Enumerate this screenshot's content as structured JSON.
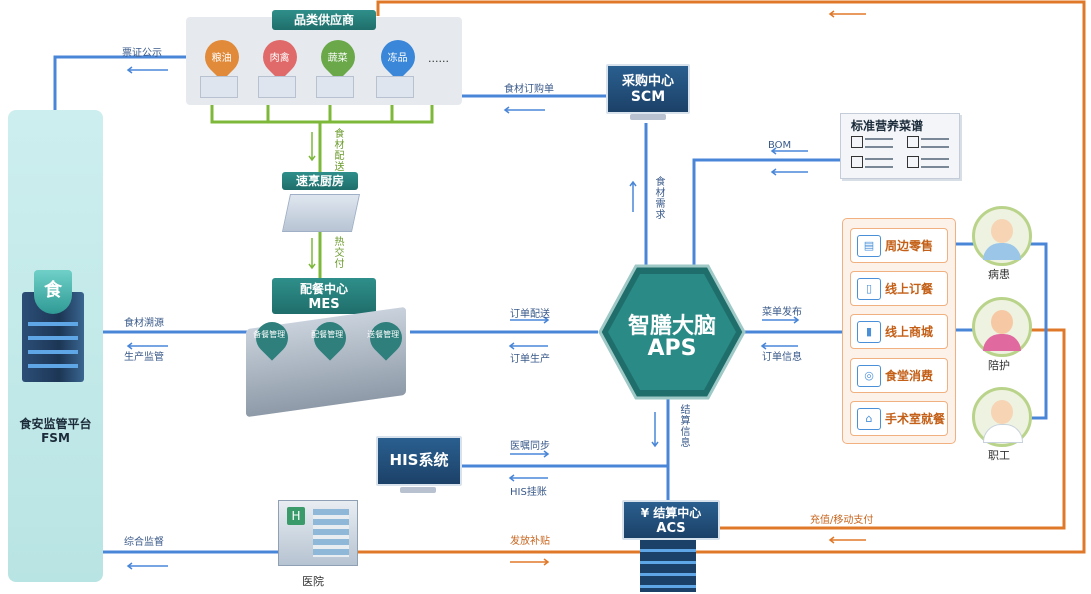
{
  "supplier": {
    "title": "品类供应商",
    "items": [
      "粮油",
      "肉禽",
      "蔬菜",
      "冻品"
    ],
    "more": "......"
  },
  "fsm": {
    "title": "食安监管平台",
    "sub": "FSM",
    "badge": "食"
  },
  "scm": {
    "title": "采购中心",
    "sub": "SCM"
  },
  "kitchen": {
    "title": "速烹厨房"
  },
  "mes": {
    "title": "配餐中心",
    "sub": "MES",
    "badges": [
      "备餐管理",
      "配餐管理",
      "送餐管理"
    ]
  },
  "aps": {
    "title": "智膳大脑",
    "sub": "APS"
  },
  "menu": {
    "title": "标准营养菜谱"
  },
  "his": {
    "title": "HIS系统"
  },
  "acs": {
    "title": "结算中心",
    "sub": "ACS",
    "symbol": "¥"
  },
  "hospital": {
    "label": "医院"
  },
  "channels": [
    "周边零售",
    "线上订餐",
    "线上商城",
    "食堂消费",
    "手术室就餐"
  ],
  "people": [
    "病患",
    "陪护",
    "职工"
  ],
  "labels": {
    "ticket": "票证公示",
    "purchase_order": "食材订购单",
    "delivery": "食材配送",
    "hot_delivery": "热交付",
    "demand": "食材需求",
    "bom": "BOM",
    "trace": "食材溯源",
    "prod_supervision": "生产监管",
    "order_delivery": "订单配送",
    "order_production": "订单生产",
    "menu_publish": "菜单发布",
    "order_info": "订单信息",
    "settle_info": "结算信息",
    "advice_sync": "医嘱同步",
    "his_bill": "HIS挂账",
    "overall_supervision": "综合监督",
    "subsidy": "发放补贴",
    "recharge": "充值/移动支付"
  },
  "colors": {
    "blue": "#4a86d8",
    "orange": "#e0782a",
    "green": "#7db83a",
    "teal": "#1f6e6b",
    "navy": "#1c4168"
  }
}
